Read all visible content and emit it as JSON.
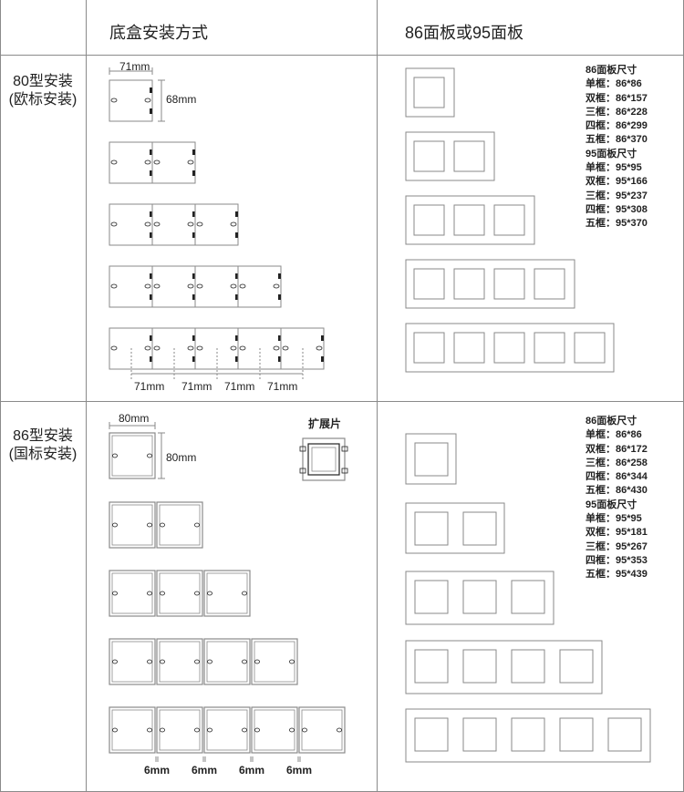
{
  "header": {
    "col_box": "底盒安装方式",
    "col_panel": "86面板或95面板"
  },
  "row80": {
    "label_line1": "80型安装",
    "label_line2": "(欧标安装)",
    "width_label": "71mm",
    "height_label": "68mm",
    "spacing_labels": [
      "71mm",
      "71mm",
      "71mm",
      "71mm"
    ],
    "specs": [
      "86面板尺寸",
      "单框：86*86",
      "双框：86*157",
      "三框：86*228",
      "四框：86*299",
      "五框：86*370",
      "95面板尺寸",
      "单框：95*95",
      "双框：95*166",
      "三框：95*237",
      "四框：95*308",
      "五框：95*370"
    ]
  },
  "row86": {
    "label_line1": "86型安装",
    "label_line2": "(国标安装)",
    "width_label": "80mm",
    "height_label": "80mm",
    "expansion_label": "扩展片",
    "spacing_labels": [
      "6mm",
      "6mm",
      "6mm",
      "6mm"
    ],
    "specs": [
      "86面板尺寸",
      "单框：86*86",
      "双框：86*172",
      "三框：86*258",
      "四框：86*344",
      "五框：86*430",
      "95面板尺寸",
      "单框：95*95",
      "双框：95*181",
      "三框：95*267",
      "四框：95*353",
      "五框：95*439"
    ]
  },
  "colors": {
    "line": "#8a8a8a",
    "dark": "#222222"
  }
}
